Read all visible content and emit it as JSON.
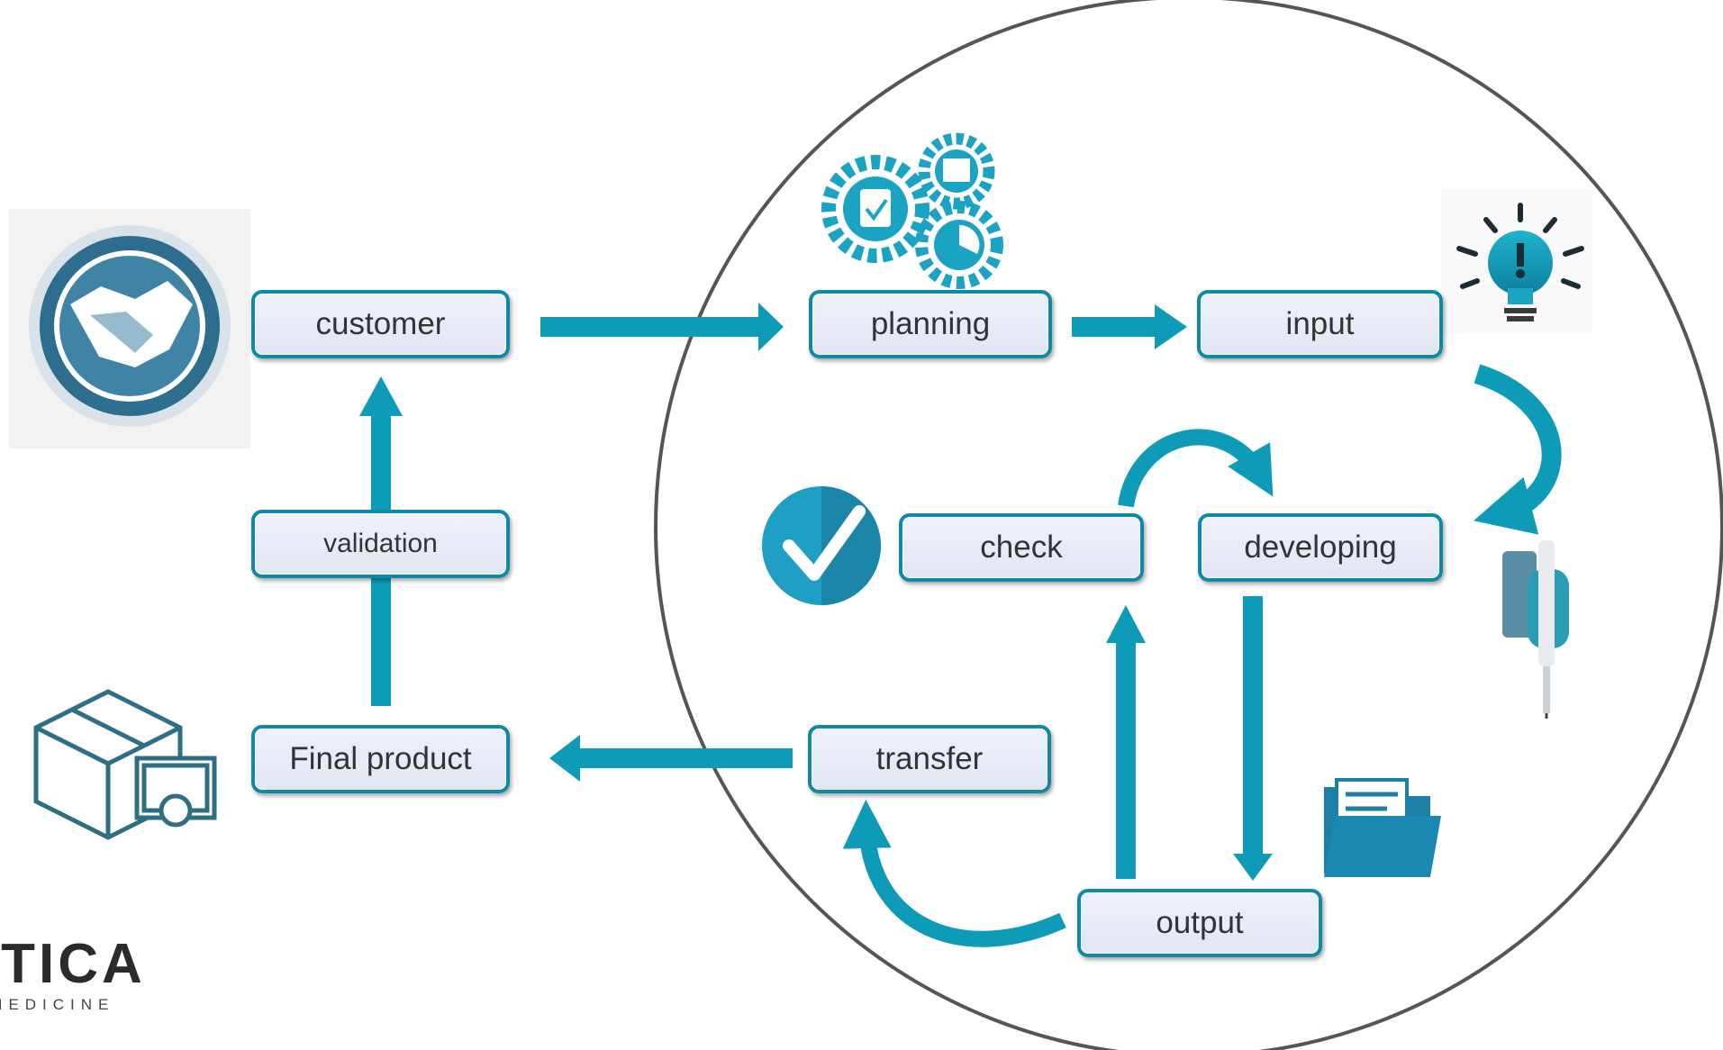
{
  "nodes": {
    "customer": "customer",
    "planning": "planning",
    "input": "input",
    "validation": "validation",
    "check": "check",
    "developing": "developing",
    "final_product": "Final product",
    "transfer": "transfer",
    "output": "output"
  },
  "logo": {
    "main": "LITICA",
    "sub": "BIOMEDICINE"
  },
  "colors": {
    "accent": "#0e9bb8",
    "dark_accent": "#1b7c98",
    "circle": "#555555"
  },
  "icons": [
    "handshake-icon",
    "gears-icon",
    "lightbulb-icon",
    "checkmark-icon",
    "pipette-icon",
    "package-certificate-icon",
    "folder-icon"
  ]
}
